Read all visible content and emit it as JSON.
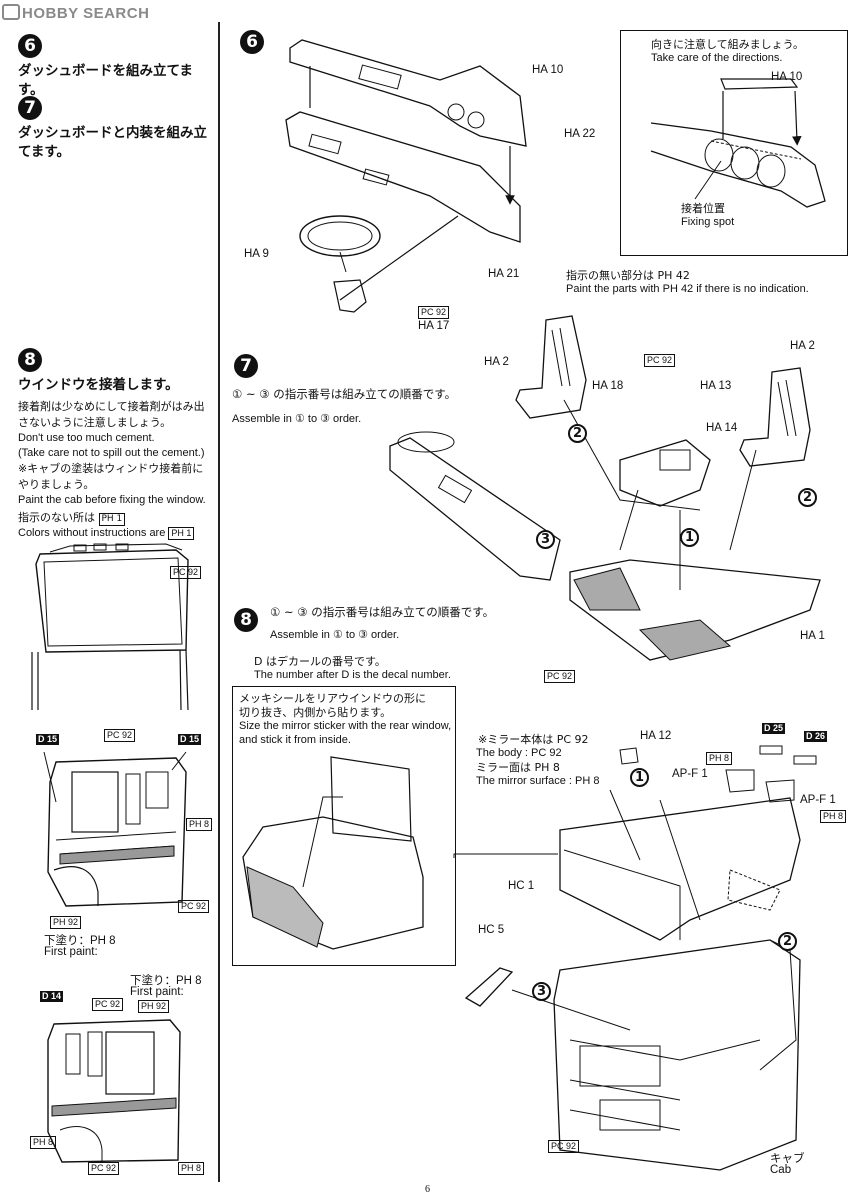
{
  "watermark": "HOBBY SEARCH",
  "page_number": "6",
  "left": {
    "s6": {
      "num": "6",
      "title": "ダッシュボードを組み立てます。"
    },
    "s7": {
      "num": "7",
      "title": "ダッシュボードと内装を組み立てます。"
    },
    "s8": {
      "num": "8",
      "title": "ウインドウを接着します。",
      "note1_jp": "接着剤は少なめにして接着剤がはみ出さないように注意しましょう。",
      "note1_en1": "Don't use too much cement.",
      "note1_en2": "(Take care not to spill out the cement.)",
      "note2_jp": "※キャブの塗装はウィンドウ接着前にやりましょう。",
      "note2_en": "Paint the cab before fixing the window.",
      "note3_jp": "指示のない所は",
      "note3_en": "Colors without instructions are",
      "ph1": "PH 1",
      "pc92": "PC 92"
    },
    "cab1": {
      "d15a": "D 15",
      "pc92": "PC 92",
      "d15b": "D 15",
      "ph8": "PH 8",
      "pc92b": "PC 92",
      "ph92": "PH 92",
      "under": "下塗り：PH 8",
      "first": "First paint:"
    },
    "cab2": {
      "under": "下塗り：PH 8",
      "first": "First paint:",
      "d14": "D 14",
      "pc92": "PC 92",
      "ph92": "PH 92",
      "ph8a": "PH 8",
      "pc92b": "PC 92",
      "ph8b": "PH 8"
    }
  },
  "right": {
    "s6": {
      "num": "6",
      "ha10": "HA 10",
      "ha22": "HA 22",
      "ha9": "HA 9",
      "ha21": "HA 21",
      "pc92": "PC 92",
      "ha17": "HA 17",
      "inset_jp": "向きに注意して組みましょう。",
      "inset_en": "Take care of the directions.",
      "inset_ha10": "HA 10",
      "fix_jp": "接着位置",
      "fix_en": "Fixing spot",
      "nopaint_jp": "指示の無い部分は PH 42",
      "nopaint_en": "Paint the parts with PH 42 if there is no indication."
    },
    "s7": {
      "num": "7",
      "order_jp": "① ~ ③ の指示番号は組み立ての順番です。",
      "order_en": "Assemble in ① to ③ order.",
      "ha2a": "HA 2",
      "ha2b": "HA 2",
      "pc92": "PC 92",
      "ha18": "HA 18",
      "ha13": "HA 13",
      "ha14": "HA 14",
      "ha1": "HA 1",
      "pc92b": "PC 92",
      "c1": "1",
      "c2a": "2",
      "c2b": "2",
      "c3": "3"
    },
    "s8": {
      "num": "8",
      "order_jp": "① ~ ③ の指示番号は組み立ての順番です。",
      "order_en": "Assemble in ① to ③ order.",
      "decal_jp": "D はデカールの番号です。",
      "decal_en": "The number after D is the decal number.",
      "mirror_jp1": "メッキシールをリアウインドウの形に",
      "mirror_jp2": "切り抜き、内側から貼ります。",
      "mirror_en1": "Size the mirror sticker with the rear window,",
      "mirror_en2": "and stick it from inside.",
      "body_jp": "※ミラー本体は PC 92",
      "body_en": "The body : PC 92",
      "surf_jp": "ミラー面は PH 8",
      "surf_en": "The mirror surface : PH 8",
      "ha12": "HA 12",
      "d25": "D 25",
      "d26": "D 26",
      "ph8a": "PH 8",
      "apf1a": "AP-F 1",
      "apf1b": "AP-F 1",
      "ph8b": "PH 8",
      "hc1": "HC 1",
      "hc5": "HC 5",
      "pc92": "PC 92",
      "cab_jp": "キャブ",
      "cab_en": "Cab",
      "c1": "1",
      "c2": "2",
      "c3": "3"
    }
  }
}
